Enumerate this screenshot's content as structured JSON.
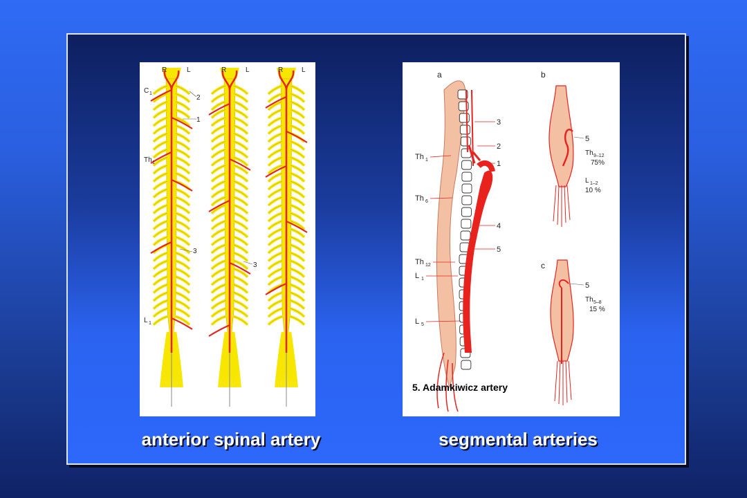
{
  "captions": {
    "left": "anterior spinal artery",
    "right": "segmental arteries"
  },
  "left_panel": {
    "labels": {
      "r": "R",
      "l": "L",
      "c1": "C",
      "c1_sub": "1",
      "th1": "Th",
      "th1_sub": "1",
      "l1": "L",
      "l1_sub": "1",
      "n2": "2",
      "n1": "1",
      "n3": "3"
    }
  },
  "right_panel": {
    "note": "5. Adamkiwicz artery",
    "section_a": "a",
    "section_b": "b",
    "section_c": "c",
    "levels": {
      "th1": "Th",
      "th1_sub": "1",
      "th6": "Th",
      "th6_sub": "6",
      "th12": "Th",
      "th12_sub": "12",
      "l1": "L",
      "l1_sub": "1",
      "l5": "L",
      "l5_sub": "5"
    },
    "numbers": [
      "3",
      "2",
      "1",
      "4",
      "5"
    ],
    "stats_b": {
      "n": "5",
      "a_lvl": "Th",
      "a_sub": "9–12",
      "a_pct": "75%",
      "b_lvl": "L",
      "b_sub": "1–2",
      "b_pct": "10 %"
    },
    "stats_c": {
      "n": "5",
      "a_lvl": "Th",
      "a_sub": "5–8",
      "a_pct": "15 %"
    }
  },
  "colors": {
    "cord": "#f7e600",
    "artery": "#e8231e",
    "tissue": "#f3c0a4"
  }
}
